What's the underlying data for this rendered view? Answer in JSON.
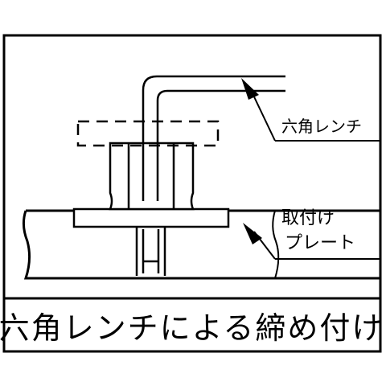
{
  "labels": {
    "hex_wrench": "六角レンチ",
    "plate_line1": "取付け",
    "plate_line2": "プレート"
  },
  "caption": "六角レンチによる締め付け",
  "colors": {
    "line": "#000000",
    "background": "#ffffff"
  }
}
